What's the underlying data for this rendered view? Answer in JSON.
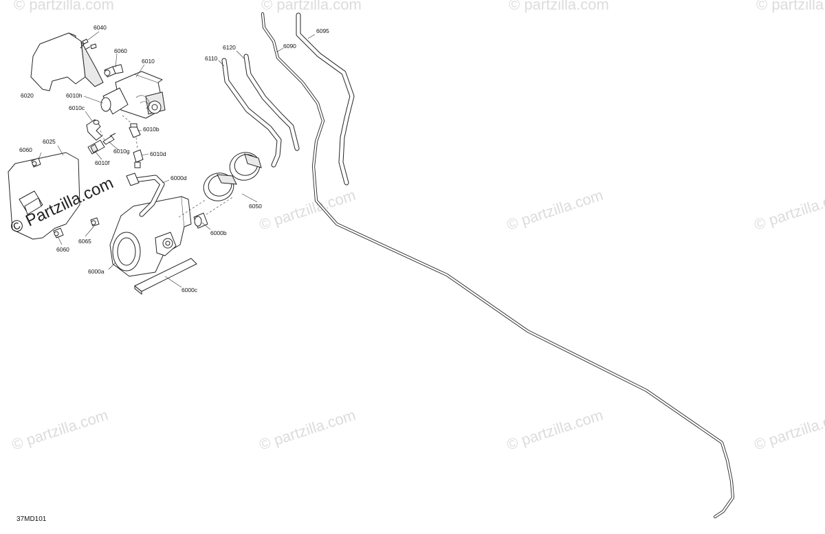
{
  "watermark": {
    "text": "© Partzilla.com",
    "repeated_text": "© partzilla.com"
  },
  "diagram_code": "37MD101",
  "callouts": {
    "c6040": "6040",
    "c6060_top": "6060",
    "c6010": "6010",
    "c6020": "6020",
    "c6010h": "6010h",
    "c6010c": "6010c",
    "c6010b": "6010b",
    "c6010g": "6010g",
    "c6010d": "6010d",
    "c6010f": "6010f",
    "c6060_mid": "6060",
    "c6025": "6025",
    "c6000d": "6000d",
    "c6065": "6065",
    "c6060_bot": "6060",
    "c6000b": "6000b",
    "c6000a": "6000a",
    "c6000c": "6000c",
    "c6050": "6050",
    "c6110": "6110",
    "c6120": "6120",
    "c6090": "6090",
    "c6095": "6095"
  }
}
